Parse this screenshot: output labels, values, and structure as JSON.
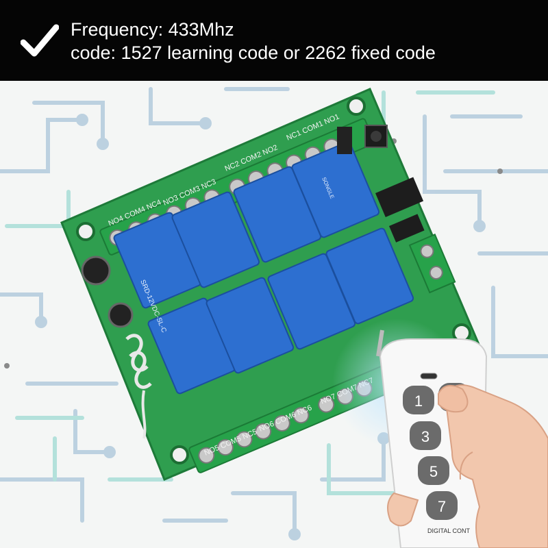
{
  "banner": {
    "line1": "Frequency: 433Mhz",
    "line2": "code: 1527 learning code or 2262 fixed code",
    "icon": "checkmark-icon"
  },
  "board": {
    "terminal_labels_top": [
      "NO3 COM3 NC3",
      "NC2 COM2 NO2",
      "NC1 COM1 NO1"
    ],
    "terminal_labels_left": [
      "NO4 COM4 NC4"
    ],
    "terminal_labels_bottom": [
      "NO5 COM5 NC5",
      "NO6 COM6 NC6",
      "NO7 COM7 NC7"
    ],
    "relay_text": "SRD-12VDC-SL-C",
    "relay_brand": "SONGLE"
  },
  "remote": {
    "buttons": [
      "1",
      "3",
      "5",
      "7"
    ],
    "label": "DIGITAL CONT"
  },
  "colors": {
    "banner_bg": "#050505",
    "banner_text": "#ffffff",
    "board_green": "#2f9e4f",
    "relay_blue": "#2d6fd0",
    "circuit_bg_blue": "#8fb3cf",
    "circuit_bg_teal": "#7fd0c6"
  }
}
